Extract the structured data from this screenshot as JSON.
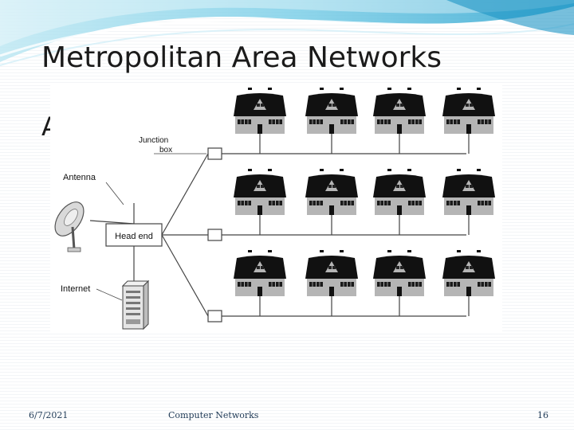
{
  "slide": {
    "title": "Metropolitan Area Networks",
    "bullet_fragment": "A"
  },
  "diagram": {
    "labels": {
      "junction_box": [
        "Junction",
        "box"
      ],
      "antenna": "Antenna",
      "head_end": "Head end",
      "internet": "Internet"
    },
    "house_rows": 3,
    "houses_per_row": 4
  },
  "footer": {
    "date": "6/7/2021",
    "course": "Computer Networks",
    "page": "16"
  },
  "colors": {
    "banner": "#3fb2d6",
    "banner_light": "#c9ecf6",
    "house_roof": "#111111",
    "house_body": "#b5b5b5",
    "footer_text": "#1f3a56"
  }
}
